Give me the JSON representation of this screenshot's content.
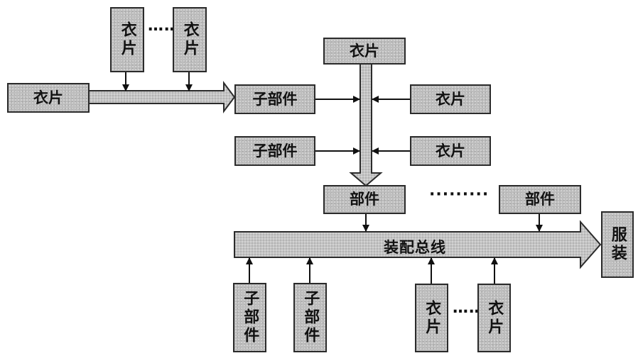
{
  "labels": {
    "garment_piece": "衣片",
    "sub_component": "子部件",
    "component": "部件",
    "assembly_bus": "装配总线",
    "garment": "服装",
    "ellipsis_short": "…",
    "ellipsis_long": "·········"
  },
  "colors": {
    "box_fill": "#bdbdbd",
    "stroke": "#2b2b2b",
    "background": "#ffffff"
  }
}
